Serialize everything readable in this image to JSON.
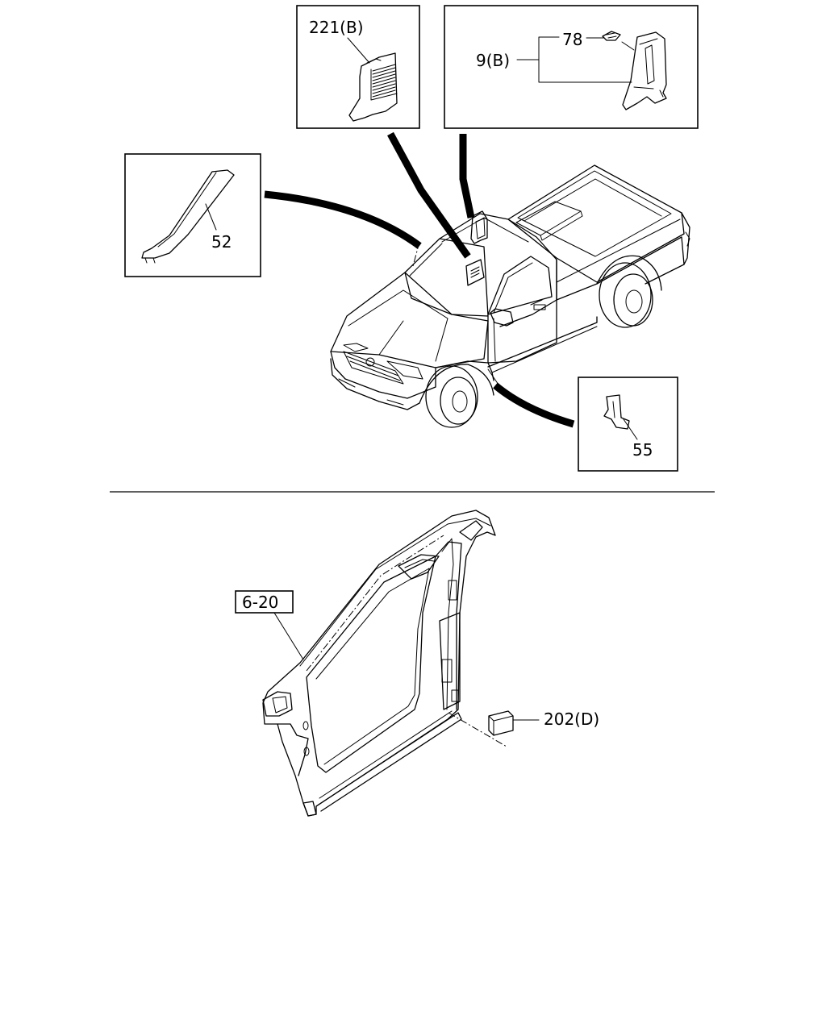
{
  "callouts": {
    "c221b": "221(B)",
    "c78": "78",
    "c9b": "9(B)",
    "c52": "52",
    "c55": "55",
    "c620": "6-20",
    "c202d": "202(D)"
  }
}
